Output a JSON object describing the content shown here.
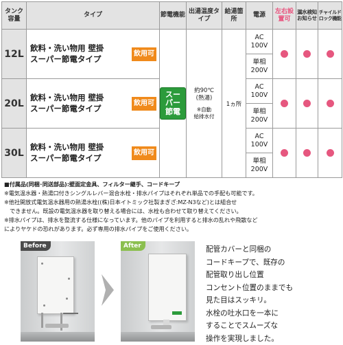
{
  "table": {
    "headers": {
      "capacity": "タンク容量",
      "type": "タイプ",
      "eco": "節電機能",
      "temp": "出湯温度タイプ",
      "supply": "給湯箇所",
      "power": "電源",
      "install": "左右設置可",
      "leak": "漏水検知お知らせ",
      "child": "チャイルドロック機能"
    },
    "rows": [
      {
        "capacity": "12L",
        "type_line1": "飲料・洗い物用 壁掛",
        "type_line2": "スーパー節電タイプ",
        "badge": "飲用可",
        "ac": "AC 100V",
        "single": "単相 200V"
      },
      {
        "capacity": "20L",
        "type_line1": "飲料・洗い物用 壁掛",
        "type_line2": "スーパー節電タイプ",
        "badge": "飲用可",
        "ac": "AC 100V",
        "single": "単相 200V"
      },
      {
        "capacity": "30L",
        "type_line1": "飲料・洗い物用 壁掛",
        "type_line2": "スーパー節電タイプ",
        "badge": "飲用可",
        "ac": "AC 100V",
        "single": "単相 200V"
      }
    ],
    "eco_badge_line1": "スーパー",
    "eco_badge_line2": "節電",
    "temp_line1": "約90℃",
    "temp_line2": "(熱湯)",
    "temp_note_line1": "※自動",
    "temp_note_line2": "給排水付",
    "supply": "1ヵ所",
    "dot_color": "#e6577f",
    "badge_color": "#f08a1b",
    "eco_color": "#2c9b3b"
  },
  "notes": [
    "■付属品(同梱･同送部品):壁面定金具、フィルター継手、コードキープ",
    "※電気温水器・熱湯口付きシングルレバー混合水栓・排水パイプはそれぞれ単品での手配も可能です。",
    "※他社開放式電気温水器用の熱湯水栓((株)日本イトミック社製まぎざ:MZ-N3など)とは組合せ",
    "　できません。既設の電気温水器を取り替える場合には、水栓も合わせて取り替えてください。",
    "※排水パイプは、排水を整流する仕様になっています。他のパイプを利用すると排水の乱れや飛散など",
    "によりヤケドの恐れがあります。必ず専用の排水パイプをご使用ください。"
  ],
  "photos": {
    "before_label": "Before",
    "after_label": "After"
  },
  "description": [
    "配管カバーと同梱の",
    "コードキープで、既存の",
    "配管取り出し位置",
    "コンセント位置のままでも",
    "見た目はスッキリ。",
    "水栓の吐水口を一本に",
    "することでスムーズな",
    "操作を実現しました。"
  ]
}
